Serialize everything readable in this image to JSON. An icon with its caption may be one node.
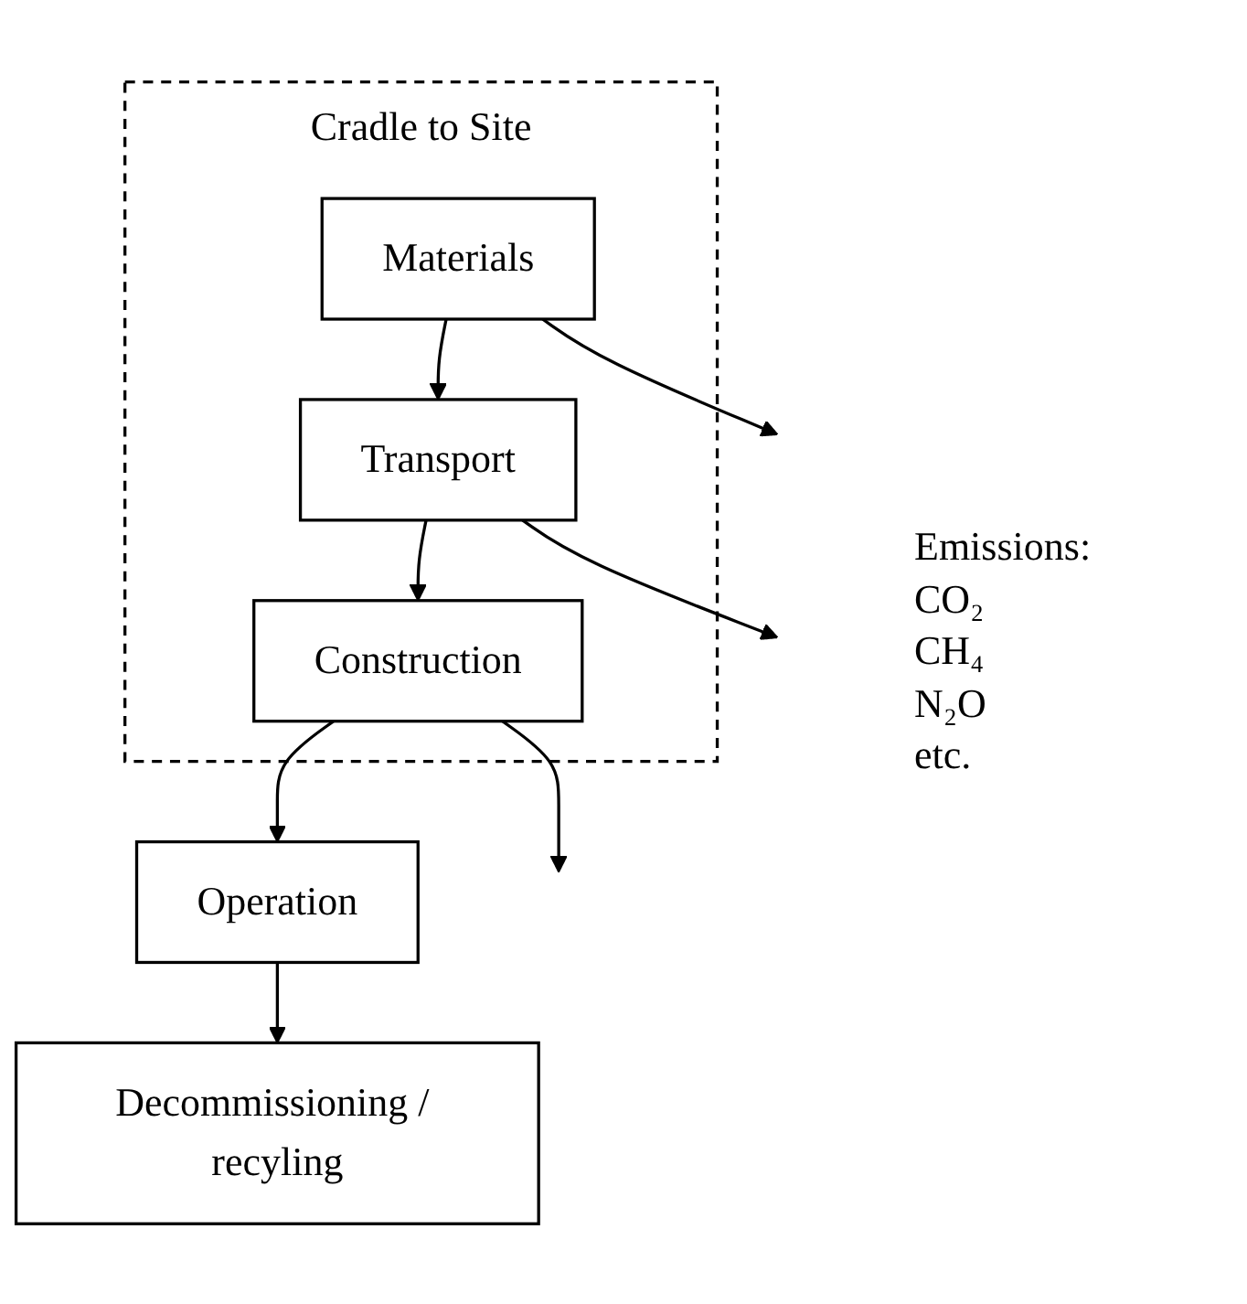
{
  "diagram": {
    "nodes": [
      {
        "text": [
          "Cradle to Site"
        ]
      },
      {
        "text": [
          "Materials"
        ],
        "in": 0
      },
      {
        "text": [
          "Transport"
        ],
        "in": 0
      },
      {
        "text": [
          "Construction"
        ],
        "in": 0
      },
      {
        "text": [
          "Operation"
        ]
      },
      {
        "text": [
          "Decommissioning / recyling"
        ]
      }
    ],
    "edges": [
      {
        "from": 1,
        "to": 2,
        "arrow": "to"
      },
      {
        "from": 2,
        "to": 3,
        "arrow": "to"
      },
      {
        "from": 3,
        "to": 4,
        "arrow": "to"
      },
      {
        "from": 4,
        "to": 5,
        "arrow": "to"
      },
      {
        "from": 1,
        "to": null,
        "arrow": "to"
      },
      {
        "from": 2,
        "to": null,
        "arrow": "to"
      },
      {
        "from": 3,
        "to": null,
        "arrow": "to"
      }
    ],
    "labels": [
      "Emissions:",
      "CO₂",
      "CH₄",
      "N₂O",
      "etc."
    ]
  }
}
